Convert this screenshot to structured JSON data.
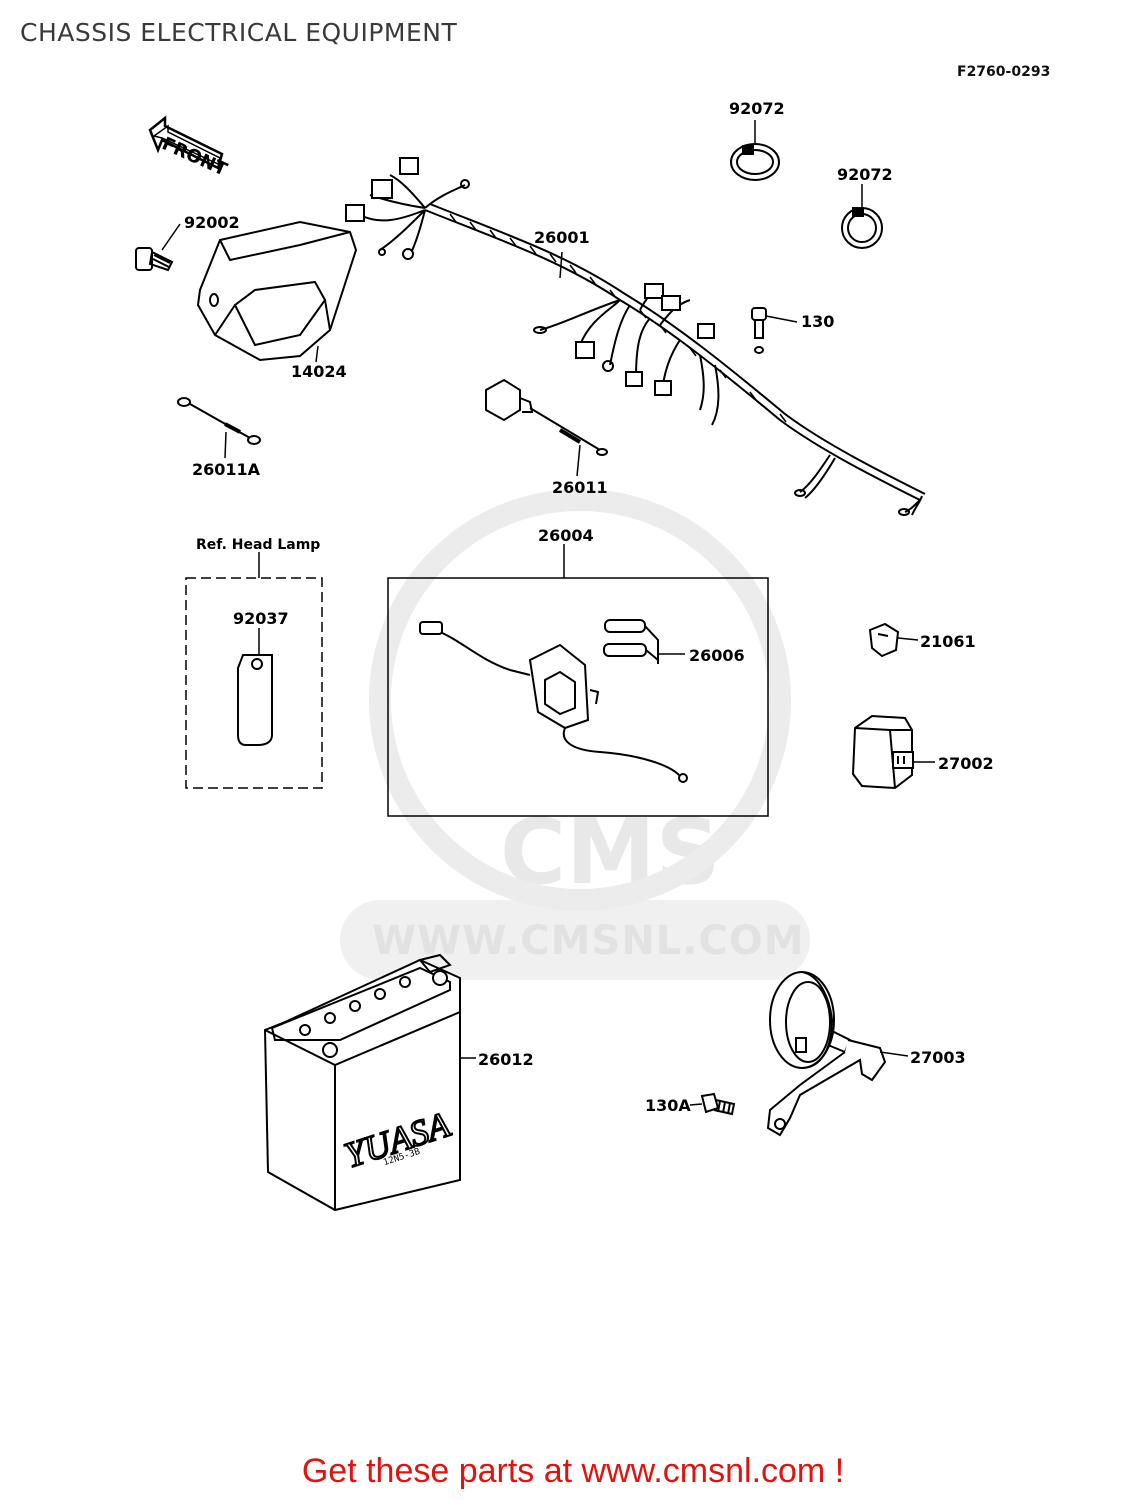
{
  "title": "CHASSIS ELECTRICAL EQUIPMENT",
  "drawing_code": "F2760-0293",
  "front_label": "FRONT",
  "ref_label": "Ref. Head Lamp",
  "watermark": {
    "logo": "CMS",
    "url": "WWW.CMSNL.COM"
  },
  "battery_brand": "YUASA",
  "battery_model": "12N5-3B",
  "parts": {
    "p92072a": "92072",
    "p92072b": "92072",
    "p92002": "92002",
    "p26001": "26001",
    "p130": "130",
    "p14024": "14024",
    "p26011a": "26011A",
    "p26011": "26011",
    "p26004": "26004",
    "p92037": "92037",
    "p26006": "26006",
    "p21061": "21061",
    "p27002": "27002",
    "p26012": "26012",
    "p27003": "27003",
    "p130a": "130A"
  },
  "footer": "Get these parts at www.cmsnl.com !"
}
